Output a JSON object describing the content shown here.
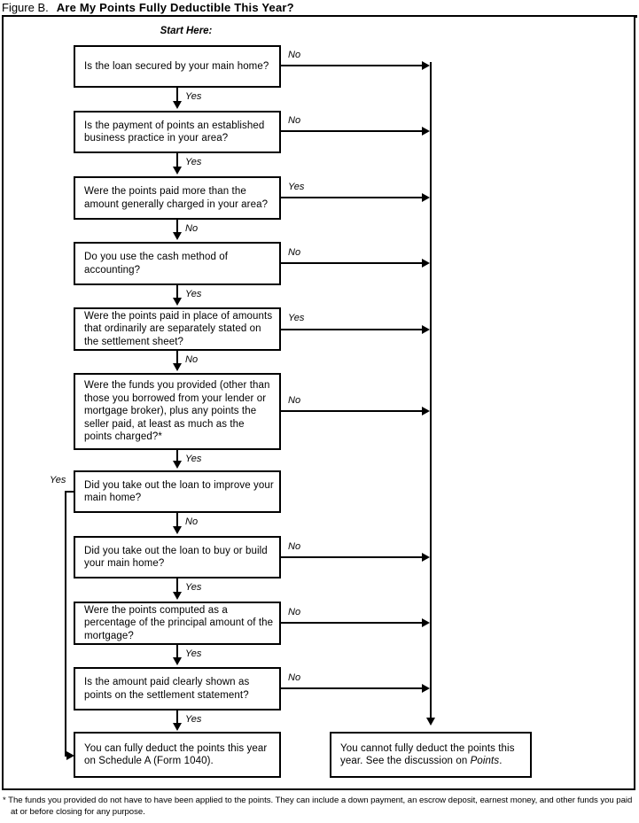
{
  "figure": {
    "label": "Figure B.",
    "title": "Are My Points Fully Deductible This Year?",
    "start_label": "Start Here:"
  },
  "labels": {
    "yes": "Yes",
    "no": "No"
  },
  "nodes": [
    {
      "id": "q1",
      "text": "Is the loan secured by your main home?",
      "yes_label": "Yes",
      "no_label": "No"
    },
    {
      "id": "q2",
      "text": "Is the payment of points an established business practice in your area?",
      "yes_label": "Yes",
      "no_label": "No"
    },
    {
      "id": "q3",
      "text": "Were the points paid more than the amount generally charged in your area?",
      "yes_label": "Yes",
      "no_label": "No"
    },
    {
      "id": "q4",
      "text": "Do you use the cash method of accounting?",
      "yes_label": "Yes",
      "no_label": "No"
    },
    {
      "id": "q5",
      "text": "Were the points paid in place of amounts that ordinarily are separately stated on the settlement sheet?",
      "yes_label": "Yes",
      "no_label": "No"
    },
    {
      "id": "q6",
      "text": "Were the funds you provided (other than those you borrowed from your lender or mortgage broker), plus any points the seller paid, at least as much as the points charged?*",
      "yes_label": "Yes",
      "no_label": "No"
    },
    {
      "id": "q7",
      "text": "Did you take out the loan to improve your main home?",
      "yes_label": "Yes",
      "no_label": "No"
    },
    {
      "id": "q8",
      "text": "Did you take out the loan to buy or build your main home?",
      "yes_label": "Yes",
      "no_label": "No"
    },
    {
      "id": "q9",
      "text": "Were the points computed as a percentage of the principal amount of the mortgage?",
      "yes_label": "Yes",
      "no_label": "No"
    },
    {
      "id": "q10",
      "text": "Is the amount paid clearly shown as points on the settlement statement?",
      "yes_label": "Yes",
      "no_label": "No"
    }
  ],
  "outcomes": {
    "deductible": {
      "text": "You can fully deduct the points this year on Schedule A (Form 1040)."
    },
    "not_deductible": {
      "text_before": "You cannot fully deduct the points this year. See the discussion on ",
      "text_italic": "Points",
      "text_after": "."
    }
  },
  "footnote": {
    "marker": "*",
    "text": "The funds you provided do not have to have been applied to the points. They can include a down payment, an escrow deposit, earnest money, and other funds you paid at or before closing for any purpose."
  },
  "colors": {
    "ink": "#000000",
    "paper": "#ffffff"
  }
}
